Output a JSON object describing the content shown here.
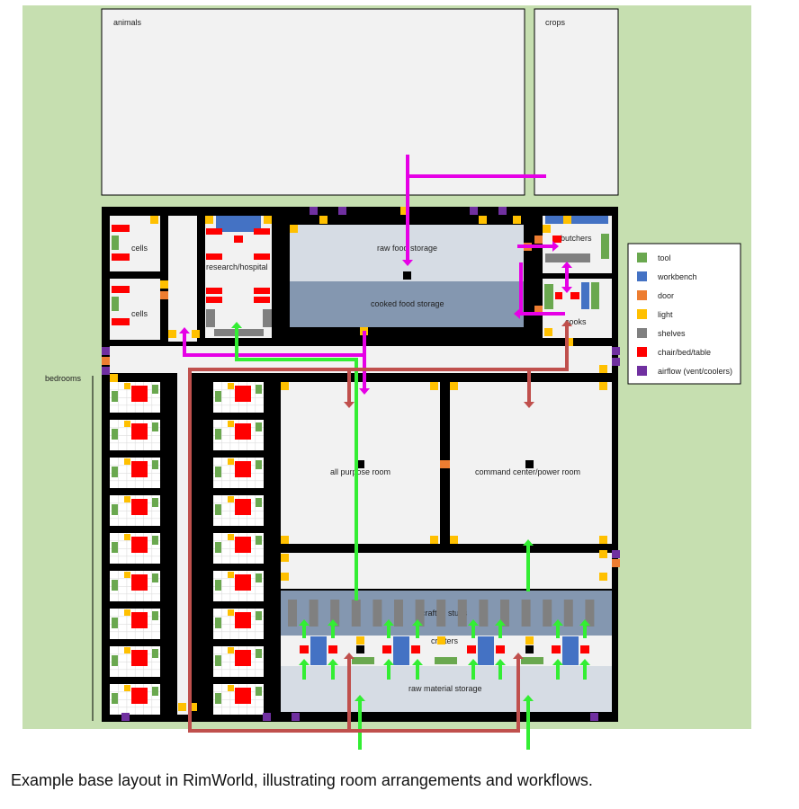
{
  "colors": {
    "background": "#c6dfb0",
    "wall": "#000000",
    "floor": "#f2f2f2",
    "tool": "#6aa84f",
    "workbench": "#4472c4",
    "door": "#ed7d31",
    "light": "#ffc000",
    "shelves": "#808080",
    "chair_bed_table": "#ff0000",
    "airflow": "#7030a0",
    "flow_magenta": "#e600e6",
    "flow_green": "#33ee33",
    "flow_brown": "#c0504d",
    "raw_food": "#d6dce4",
    "cooked_food": "#8497b0",
    "crafted": "#8497b0",
    "raw_material": "#d6dce4"
  },
  "labels": {
    "animals": "animals",
    "crops": "crops",
    "cells_top": "cells",
    "cells_bottom": "cells",
    "research": "research/hospital",
    "raw_food": "raw food storage",
    "cooked_food": "cooked food storage",
    "butchers": "butchers",
    "cooks": "cooks",
    "bedrooms": "bedrooms",
    "all_purpose": "all purpose room",
    "command": "command center/power room",
    "crafted": "crafted stuffs",
    "crafters": "crafters",
    "raw_material": "raw material storage"
  },
  "legend": {
    "items": [
      {
        "label": "tool",
        "color": "#6aa84f"
      },
      {
        "label": "workbench",
        "color": "#4472c4"
      },
      {
        "label": "door",
        "color": "#ed7d31"
      },
      {
        "label": "light",
        "color": "#ffc000"
      },
      {
        "label": "shelves",
        "color": "#808080"
      },
      {
        "label": "chair/bed/table",
        "color": "#ff0000"
      },
      {
        "label": "airflow (vent/coolers)",
        "color": "#7030a0"
      }
    ]
  },
  "caption": "Example base layout in RimWorld, illustrating room arrangements and workflows."
}
